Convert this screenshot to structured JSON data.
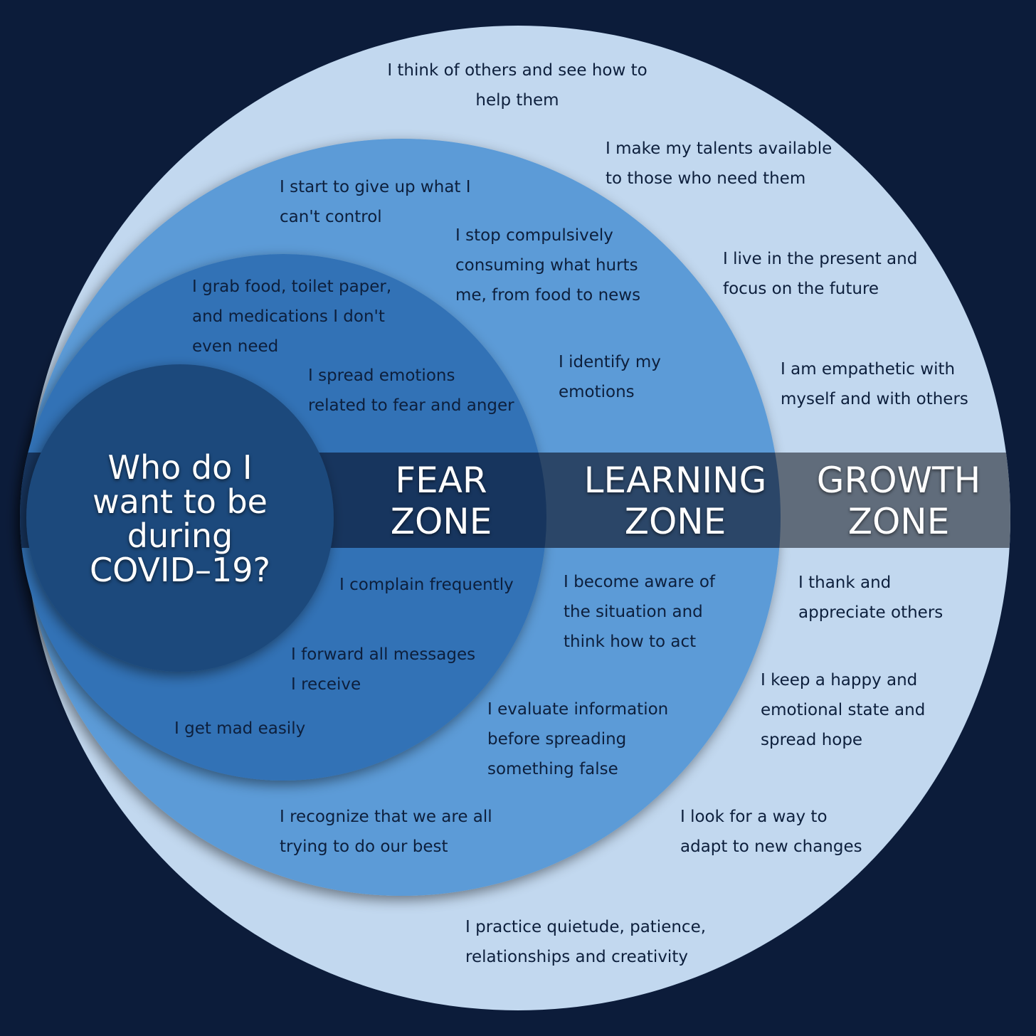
{
  "colors": {
    "background": "#0c1c3a",
    "growth_fill": "#c2d8ef",
    "learning_fill": "#5b9bd7",
    "fear_fill": "#3272b6",
    "center_fill": "#1d4a7c",
    "band_fear": "#17355e",
    "band_learning": "#2b4668",
    "band_growth": "#606c7b"
  },
  "center": {
    "question": "Who do I\nwant to be\nduring\nCOVID–19?"
  },
  "zones": {
    "fear": {
      "label": "FEAR\nZONE"
    },
    "learning": {
      "label": "LEARNING\nZONE"
    },
    "growth": {
      "label": "GROWTH\nZONE"
    }
  },
  "fear_notes": [
    "I grab food, toilet paper,\nand medications I don't\neven need",
    "I spread emotions\nrelated to fear and anger",
    "I complain frequently",
    "I forward all messages\nI receive",
    "I get mad easily"
  ],
  "learning_notes": [
    "I start to give up what I\ncan't control",
    "I stop compulsively\nconsuming what hurts\nme, from food to news",
    "I identify my\nemotions",
    "I become aware of\nthe situation and\nthink how to act",
    "I evaluate information\nbefore spreading\nsomething false",
    "I recognize that we are all\ntrying to do our best"
  ],
  "growth_notes": [
    "I think of others and see how to\nhelp them",
    "I make my talents available\nto those who need them",
    "I live in the present and\nfocus on the future",
    "I am empathetic with\nmyself and with others",
    "I thank and\nappreciate others",
    "I keep a happy and\nemotional state and\nspread hope",
    "I look for a way to\nadapt to new changes",
    "I practice quietude, patience,\nrelationships and creativity"
  ]
}
